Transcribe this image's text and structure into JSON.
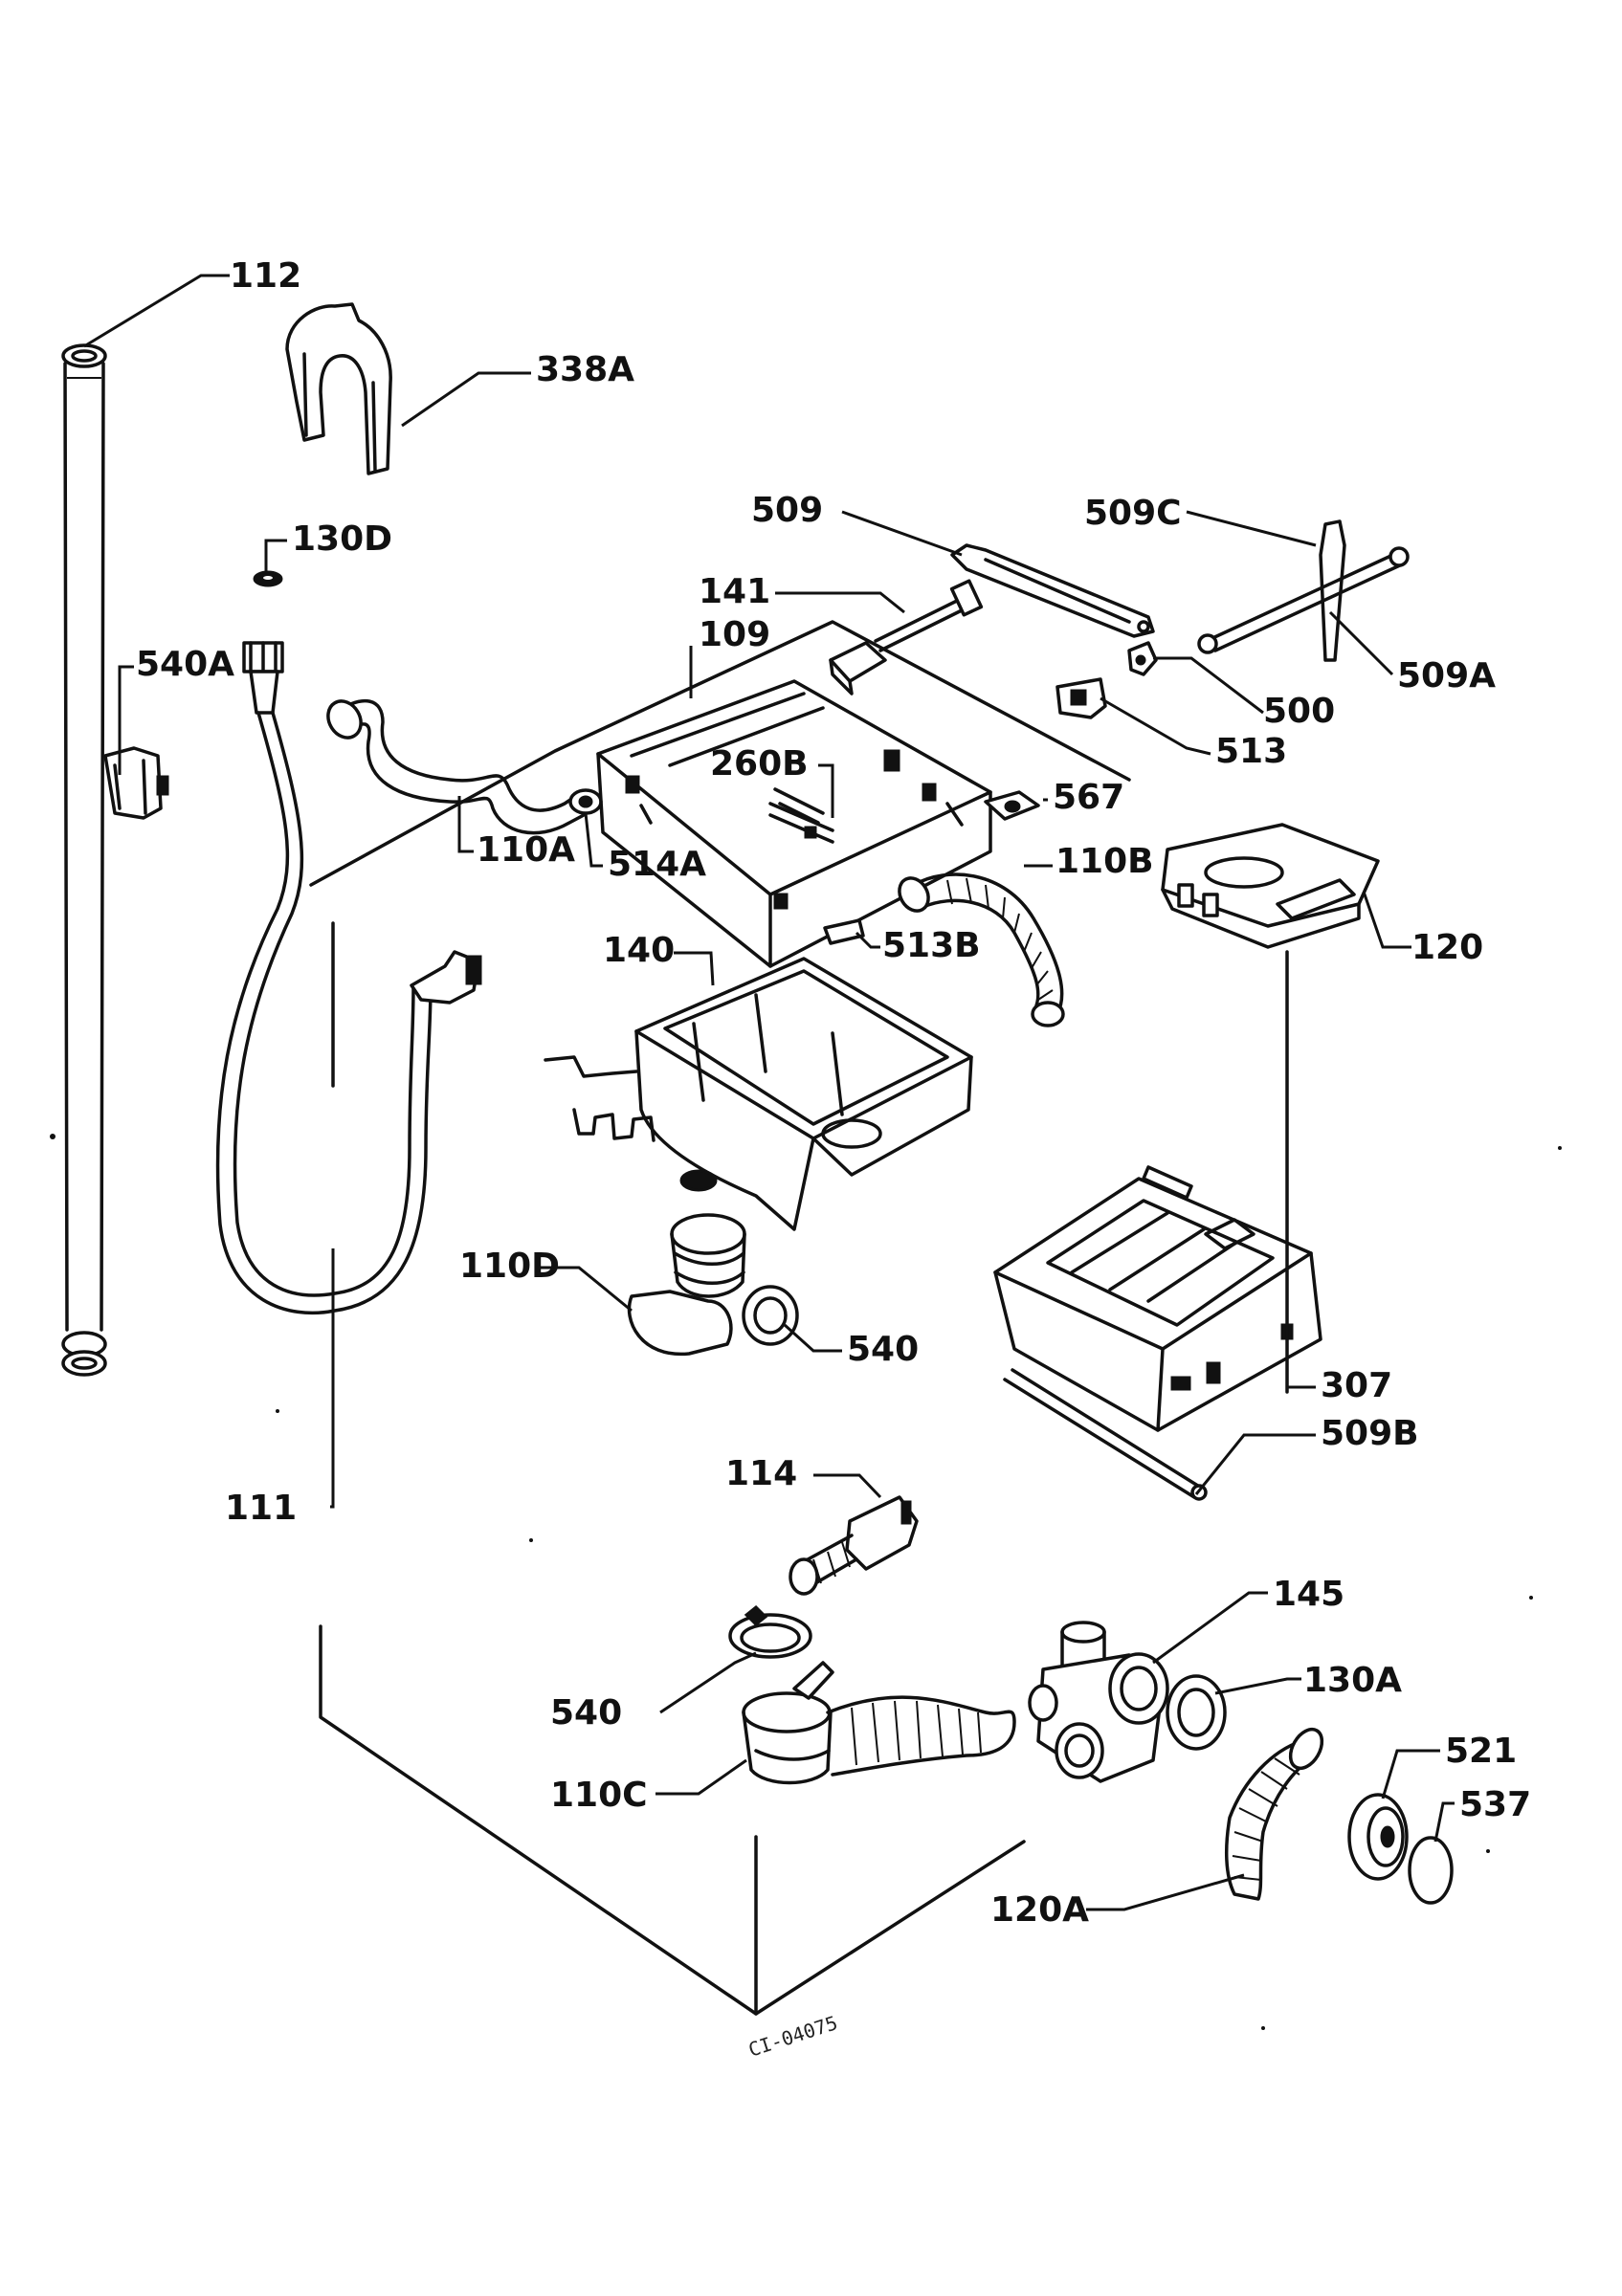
{
  "labels": {
    "l112": "112",
    "l338a": "338A",
    "l130d": "130D",
    "l540a": "540A",
    "l509": "509",
    "l509c": "509C",
    "l141": "141",
    "l109": "109",
    "l509a": "509A",
    "l500": "500",
    "l513": "513",
    "l260b": "260B",
    "l567": "567",
    "l110a": "110A",
    "l514a": "514A",
    "l110b": "110B",
    "l120": "120",
    "l140": "140",
    "l513b": "513B",
    "l110d": "110D",
    "l540": "540",
    "l307": "307",
    "l509b": "509B",
    "l111": "111",
    "l114": "114",
    "l145": "145",
    "l130a": "130A",
    "l540b": "540",
    "l110c": "110C",
    "l521": "521",
    "l537": "537",
    "l120a": "120A"
  },
  "diagram_code": "CI-04075"
}
